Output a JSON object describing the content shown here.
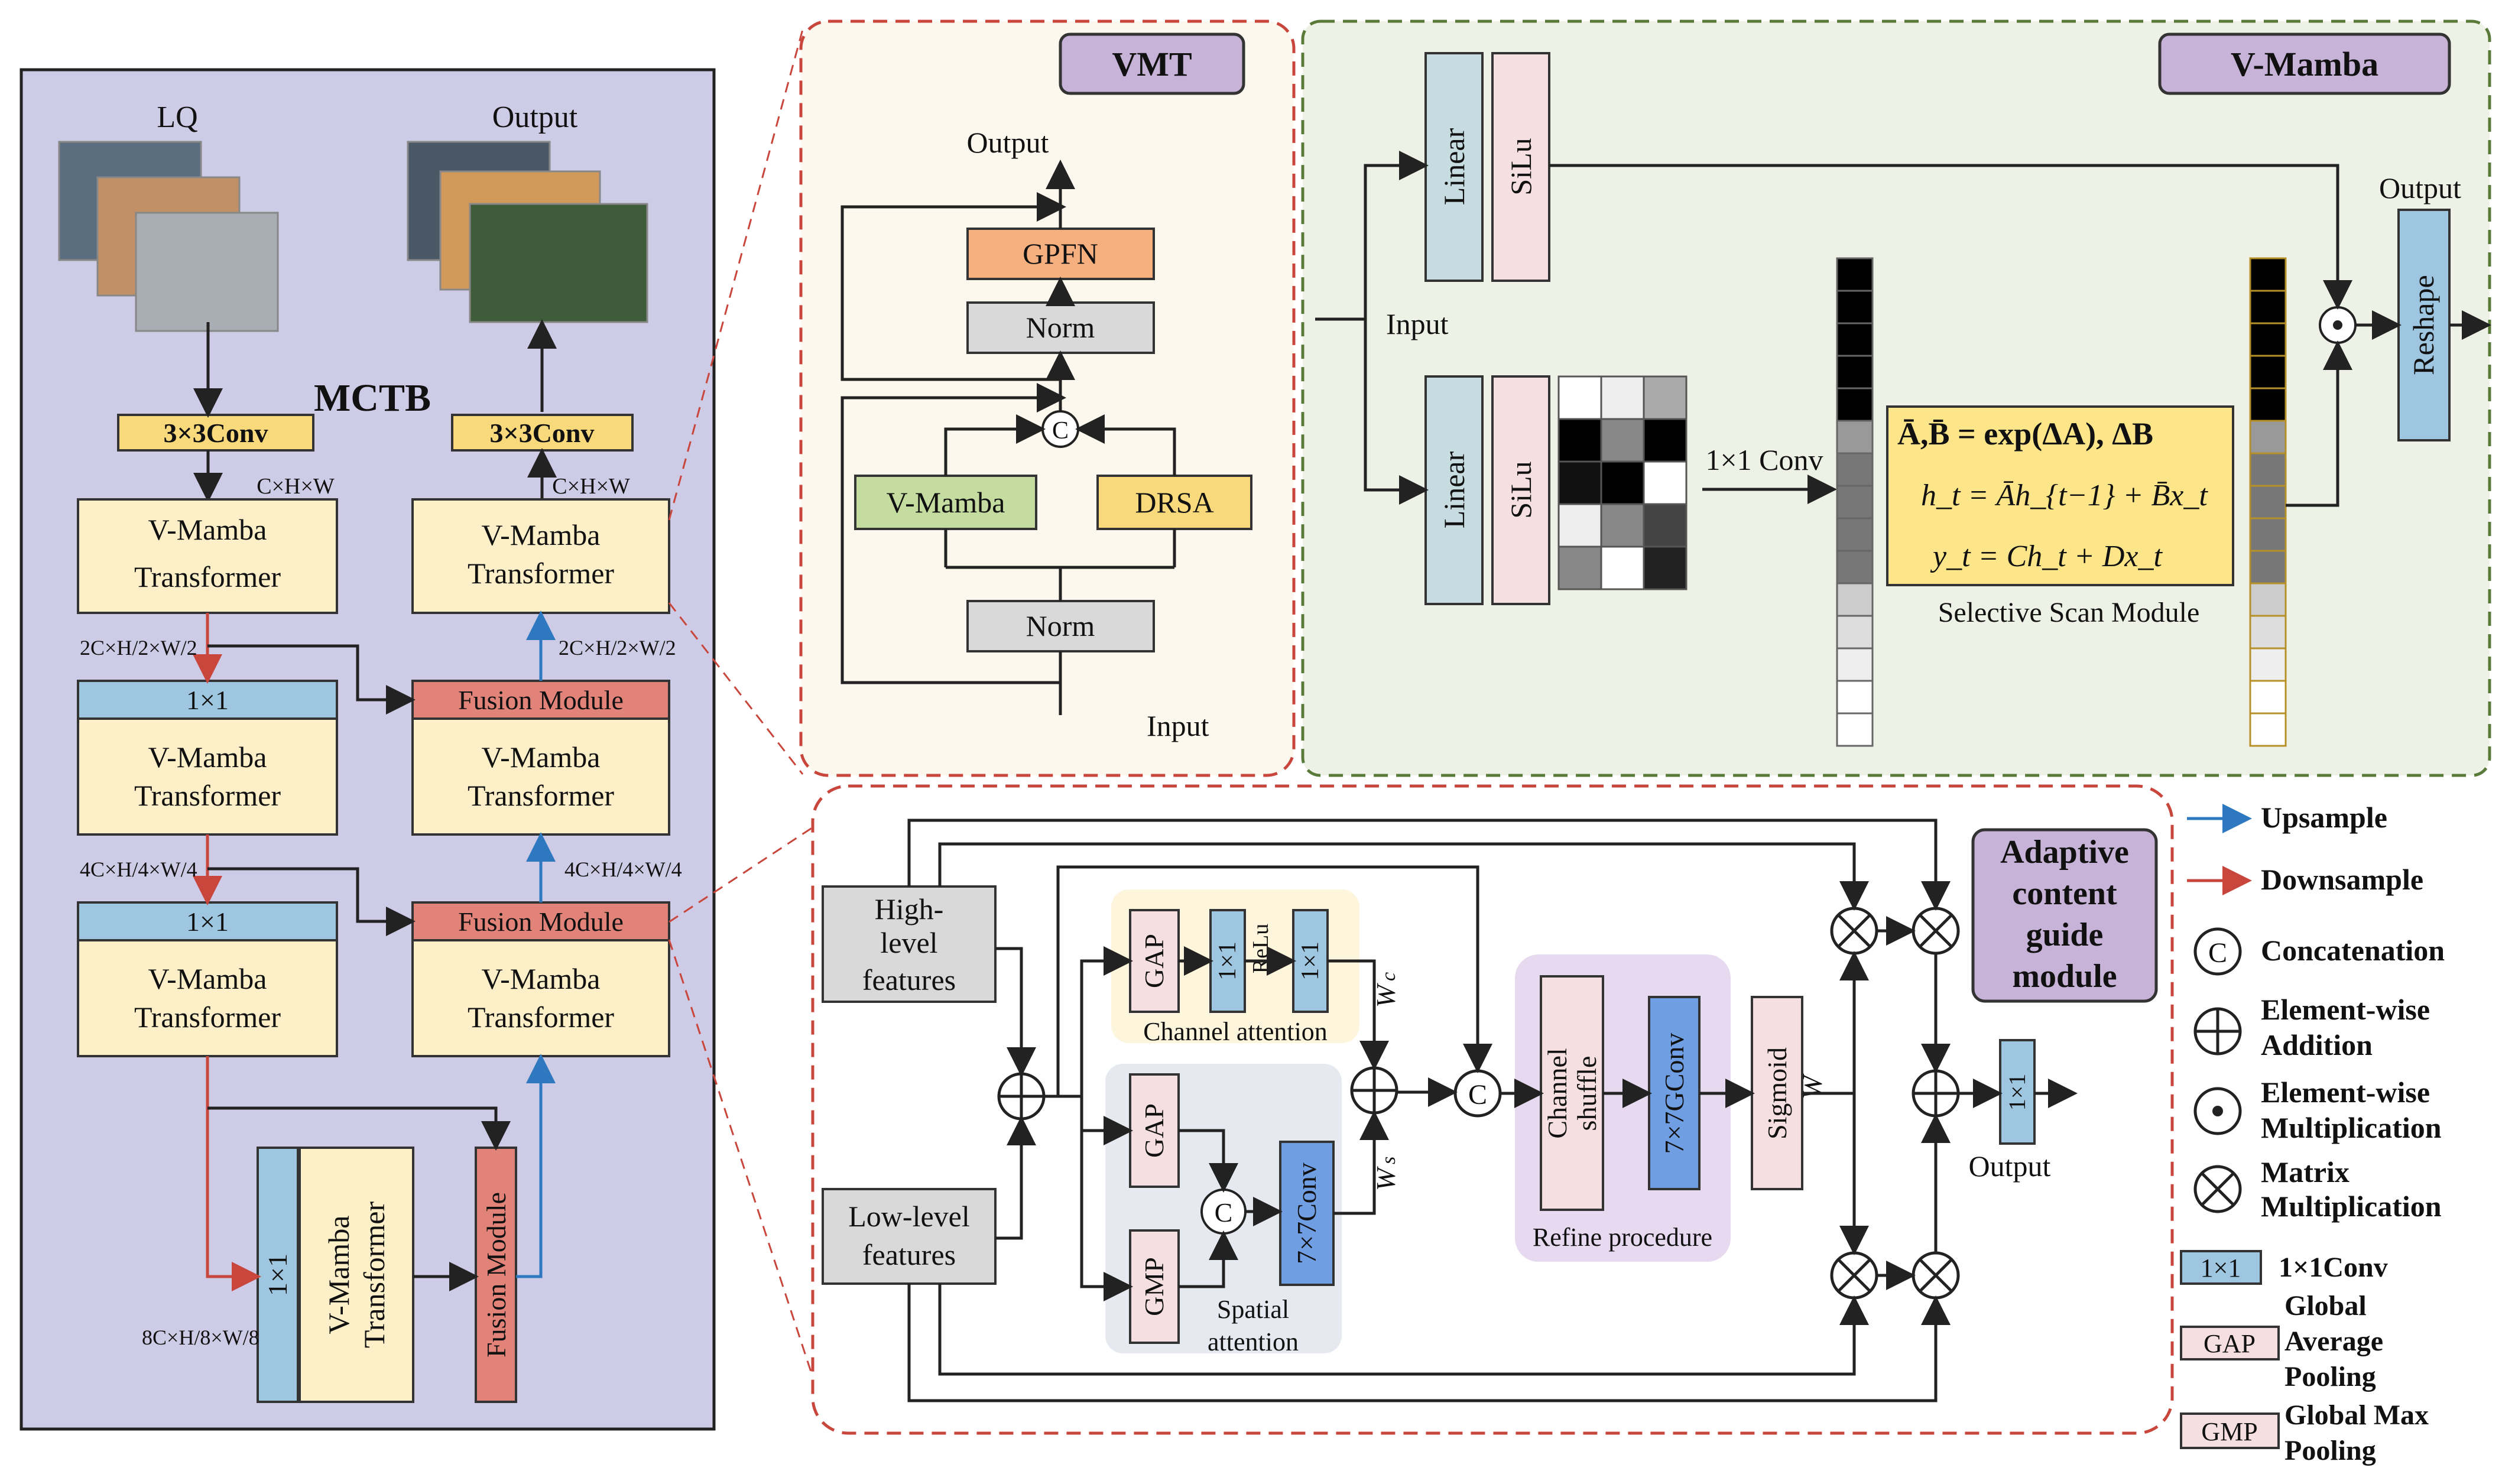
{
  "mctb": {
    "title": "MCTB",
    "lq_label": "LQ",
    "output_label": "Output",
    "conv_in": "3×3Conv",
    "conv_out": "3×3Conv",
    "dim_chw_left": "C×H×W",
    "dim_chw_right": "C×H×W",
    "vmt_line1": "V-Mamba",
    "vmt_line2": "Transformer",
    "one_by_one": "1×1",
    "fusion": "Fusion Module",
    "dim2_left": "2C×H/2×W/2",
    "dim2_right": "2C×H/2×W/2",
    "dim4_left": "4C×H/4×W/4",
    "dim4_right": "4C×H/4×W/4",
    "dim8": "8C×H/8×W/8"
  },
  "vmt": {
    "title": "VMT",
    "output": "Output",
    "input": "Input",
    "gpfn": "GPFN",
    "norm": "Norm",
    "vmamba": "V-Mamba",
    "drsa": "DRSA",
    "concat": "C"
  },
  "vmamba": {
    "title": "V-Mamba",
    "input": "Input",
    "output": "Output",
    "linear": "Linear",
    "silu": "SiLu",
    "conv": "1×1 Conv",
    "eq1": "Ā,B̄ = exp(ΔA), ΔB",
    "eq2": "h_t = Āh_{t−1} + B̄x_t",
    "eq3": "y_t = Ch_t + Dx_t",
    "ssm": "Selective Scan Module",
    "reshape": "Reshape",
    "dot": "⊙"
  },
  "acgm": {
    "title_l1": "Adaptive",
    "title_l2": "content",
    "title_l3": "guide",
    "title_l4": "module",
    "high_l1": "High-",
    "high_l2": "level",
    "high_l3": "features",
    "low_l1": "Low-level",
    "low_l2": "features",
    "gap": "GAP",
    "gmp": "GMP",
    "one_by_one": "1×1",
    "relu": "ReLu",
    "channel_attention": "Channel attention",
    "spatial_attention_l1": "Spatial",
    "spatial_attention_l2": "attention",
    "conv7": "7×7Conv",
    "wc": "W",
    "wc_sub": "c",
    "ws": "W",
    "ws_sub": "s",
    "w": "W",
    "channel_shuffle_l1": "Channel",
    "channel_shuffle_l2": "shuffle",
    "gconv": "7×7GConv",
    "sigmoid": "Sigmoid",
    "refine": "Refine procedure",
    "output": "Output",
    "concat": "C"
  },
  "legend": {
    "upsample": "Upsample",
    "downsample": "Downsample",
    "concat": "Concatenation",
    "add_l1": "Element-wise",
    "add_l2": "Addition",
    "mul_l1": "Element-wise",
    "mul_l2": "Multiplication",
    "mat_l1": "Matrix",
    "mat_l2": "Multiplication",
    "conv_key": "1×1",
    "conv_desc": "1×1Conv",
    "gap_key": "GAP",
    "gap_l1": "Global",
    "gap_l2": "Average",
    "gap_l3": "Pooling",
    "gmp_key": "GMP",
    "gmp_l1": "Global Max",
    "gmp_l2": "Pooling",
    "concat_sym": "C"
  },
  "colors": {
    "mctb_bg": "#cdcbe6",
    "vmt_bg": "#fdf8ee",
    "vmamba_bg": "#eef2e6",
    "cream": "#fdf0c8",
    "blue": "#9ec6e0",
    "pink": "#f5dfe0",
    "fusion": "#e2837a",
    "yellow": "#f8d97c",
    "orange": "#f6b080",
    "green": "#c5dca0",
    "gray": "#d9d9d9",
    "purple": "#c7b3d8",
    "red_arrow": "#c8463c",
    "blue_arrow": "#2e78c0"
  }
}
